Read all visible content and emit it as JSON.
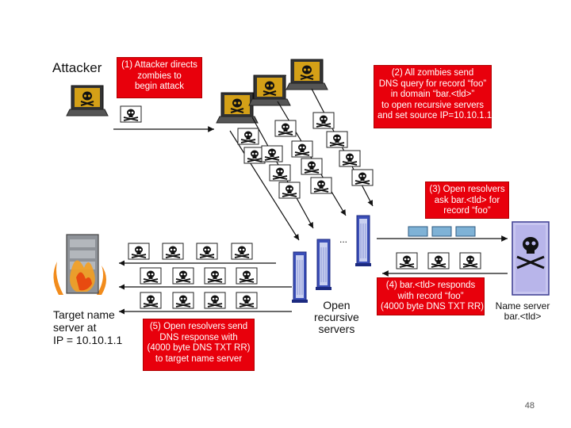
{
  "labels": {
    "attacker": "Attacker",
    "target": [
      "Target name",
      "server at",
      "IP = 10.10.1.1"
    ],
    "open_servers": [
      "Open",
      "recursive",
      "servers"
    ],
    "name_server": [
      "Name server",
      "bar.<tld>"
    ],
    "ellipsis": "..."
  },
  "steps": {
    "s1": [
      "(1) Attacker directs",
      "zombies to",
      "begin attack"
    ],
    "s2": [
      "(2) All zombies send",
      "DNS query for record “foo”",
      "in domain “bar.<tld>”",
      "to open recursive servers",
      "and set source IP=10.10.1.1"
    ],
    "s3": [
      "(3) Open resolvers",
      "ask bar.<tld> for",
      "record “foo”"
    ],
    "s4": [
      "(4) bar.<tld> responds",
      "with record “foo”",
      "(4000 byte DNS TXT RR)"
    ],
    "s5": [
      "(5) Open resolvers send",
      "DNS response with",
      "(4000 byte DNS TXT RR)",
      "to target name server"
    ]
  },
  "page_number": "48",
  "colors": {
    "step_box": "#e8000c",
    "server_blue": "#3b4fb8",
    "laptop_screen": "#d4a017",
    "query_box": "#7fb2d6"
  },
  "icons": [
    "laptop-icon",
    "skull-packet-icon",
    "server-tower-icon",
    "burning-server-icon"
  ]
}
